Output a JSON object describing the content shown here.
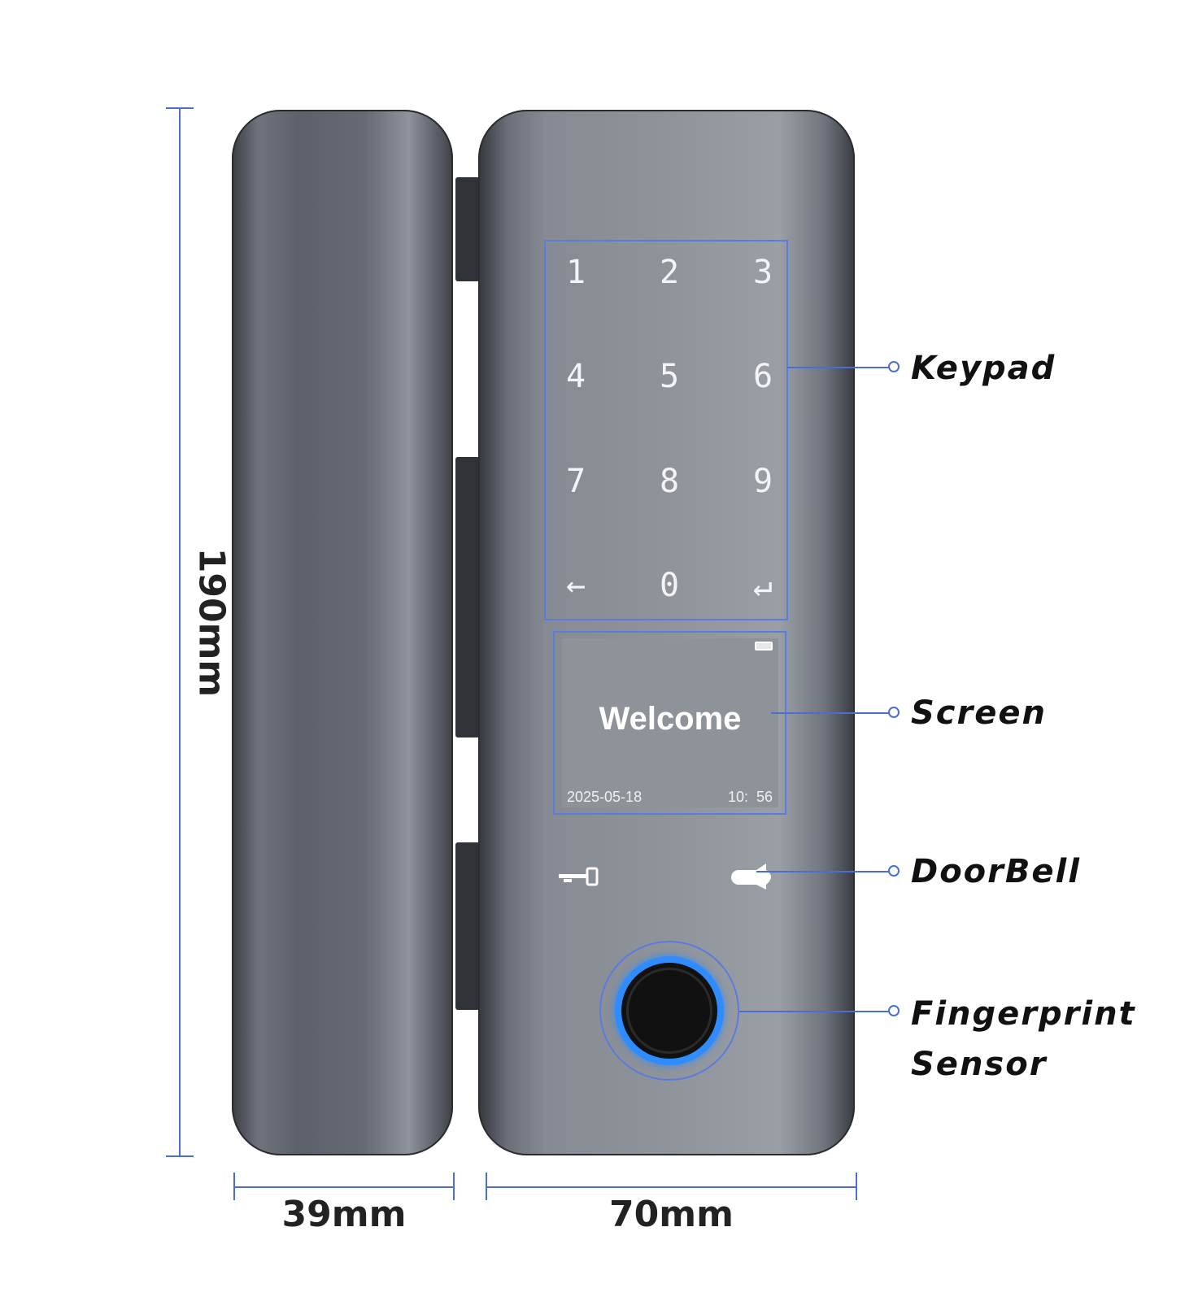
{
  "dimensions": {
    "height": "190mm",
    "left_width": "39mm",
    "right_width": "70mm"
  },
  "keypad": {
    "keys": [
      "1",
      "2",
      "3",
      "4",
      "5",
      "6",
      "7",
      "8",
      "9",
      "←",
      "0",
      "↵"
    ]
  },
  "screen": {
    "message": "Welcome",
    "date": "2025-05-18",
    "time": "10:  56",
    "battery_icon": "battery-icon"
  },
  "callouts": {
    "keypad": "Keypad",
    "screen": "Screen",
    "doorbell": "DoorBell",
    "fingerprint_line1": "Fingerprint",
    "fingerprint_line2": "Sensor"
  },
  "colors": {
    "accent": "#4a6fd1",
    "ring": "#2f8cff",
    "body": "#8a8e96"
  }
}
